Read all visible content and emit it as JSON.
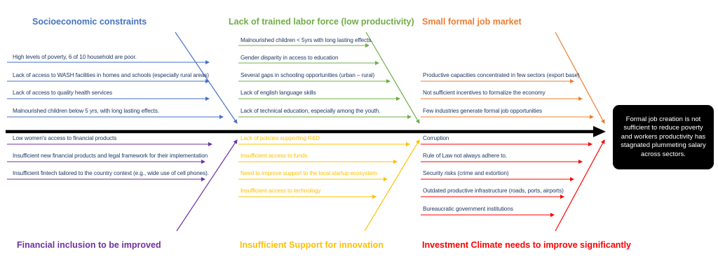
{
  "colors": {
    "socio": "#4472c4",
    "labor": "#70ad47",
    "market": "#ed7d31",
    "financial": "#7030a0",
    "innovation": "#ffc000",
    "investment": "#ff0000",
    "spine": "#000000",
    "text": "#1f3864"
  },
  "categories": {
    "socio": {
      "title": "Socioeconomic constraints",
      "items": [
        "High levels of poverty, 6 of 10 household are poor.",
        "Lack of access to WASH facilities in homes and schools (especially rural areas)",
        "Lack of access to quality health services",
        "Malnourished children below 5 yrs, with  long lasting effects."
      ]
    },
    "labor": {
      "title": "Lack of trained labor force (low productivity)",
      "items": [
        "Malnourished children < 5yrs with  long lasting effects.",
        "Gender disparity in access to education",
        "Several gaps in schooling opportunities (urban – rural)",
        "Lack of english language skills",
        "Lack of technical education, especially among the youth."
      ]
    },
    "market": {
      "title": "Small formal job market",
      "items": [
        "Productive capacities concentrated in few sectors (export base)",
        "Not sufficient incentives to formalize the economy",
        "Few industries generate formal job opportunities"
      ]
    },
    "financial": {
      "title": "Financial inclusion to be improved",
      "items": [
        "Low women's access to financial products",
        "Insufficient new financial products and legal framework for their implementation",
        "Insufficient fintech tailored to the country context (e.g., wide use of cell phones)."
      ]
    },
    "innovation": {
      "title": "Insufficient Support for innovation",
      "items": [
        "Lack of policies supporting R&D",
        "Insufficient access to funds",
        "Need to improve support to the local startup ecosystem",
        "Insufficient access to technology"
      ]
    },
    "investment": {
      "title": "Investment Climate needs to improve significantly",
      "items": [
        "Corruption",
        "Rule of Law not always adhere to.",
        "Security risks (crime and extortion)",
        "Outdated productive infrastructure (roads, ports, airports)",
        "Bureaucratic government institutions"
      ]
    }
  },
  "effect": "Formal job creation is not sufficient to reduce poverty and workers productivity has stagnated plummeting salary across sectors."
}
